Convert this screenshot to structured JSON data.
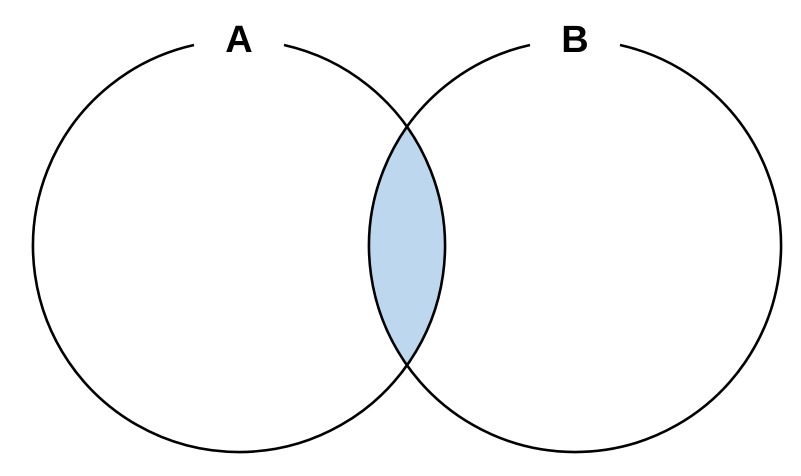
{
  "diagram": {
    "type": "venn",
    "sets": [
      {
        "label": "A"
      },
      {
        "label": "B"
      }
    ],
    "highlighted_region": "intersection",
    "colors": {
      "outline": "#000000",
      "intersection_fill": "#bdd7ee",
      "background": "#ffffff"
    }
  }
}
